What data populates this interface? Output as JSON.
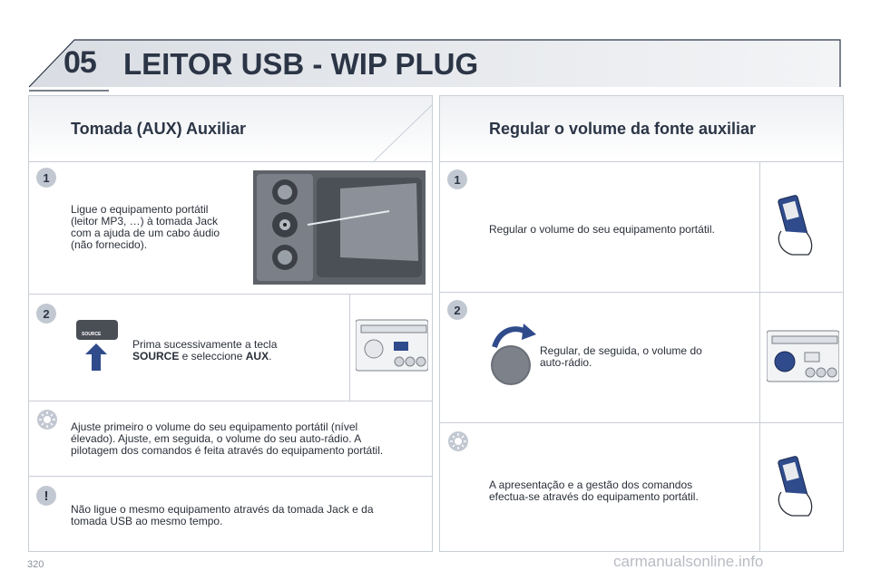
{
  "header": {
    "chapter": "05",
    "title": "LEITOR USB - WIP PLUG"
  },
  "left": {
    "title": "Tomada (AUX) Auxiliar",
    "step1": {
      "badge": "1",
      "text": [
        "Ligue o equipamento portátil",
        "(leitor MP3, …) à tomada Jack",
        "com a ajuda de um cabo áudio",
        "(não fornecido)."
      ]
    },
    "step2": {
      "badge": "2",
      "button_label": "SOURCE",
      "line1": "Prima sucessivamente a tecla",
      "bold1": "SOURCE",
      "mid": " e seleccione ",
      "bold2": "AUX",
      "end": "."
    },
    "tip": {
      "icon": "lightbulb-icon",
      "text": [
        "Ajuste primeiro o volume do seu equipamento portátil (nível",
        "élevado). Ajuste, em seguida, o volume do seu auto-rádio. A",
        "pilotagem dos comandos é feita através do equipamento portátil."
      ]
    },
    "warning": {
      "badge": "!",
      "text": [
        "Não ligue o mesmo equipamento através da tomada Jack e da",
        "tomada USB ao mesmo tempo."
      ]
    }
  },
  "right": {
    "title": "Regular o volume da fonte auxiliar",
    "step1": {
      "badge": "1",
      "text": "Regular o volume do seu equipamento portátil."
    },
    "step2": {
      "badge": "2",
      "text": [
        "Regular, de seguida, o volume do",
        "auto-rádio."
      ]
    },
    "tip": {
      "icon": "lightbulb-icon",
      "text": [
        "A apresentação e a gestão dos comandos",
        "efectua-se através do equipamento portátil."
      ]
    }
  },
  "footer": {
    "page_number": "320",
    "watermark": "carmanualsonline.info"
  },
  "colors": {
    "navy": "#2b3546",
    "border": "#c9ced6",
    "badge": "#c2c8d1",
    "accent_blue": "#2f4b8c"
  }
}
